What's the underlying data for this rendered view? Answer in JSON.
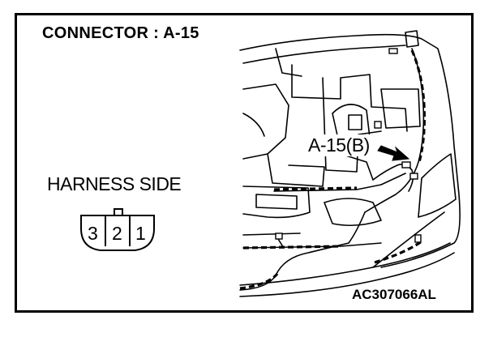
{
  "diagram": {
    "title": "CONNECTOR : A-15",
    "harness_label": "HARNESS SIDE",
    "connector_pins": [
      "3",
      "2",
      "1"
    ],
    "callout_label": "A-15(B)",
    "figure_code": "AC307066AL"
  }
}
